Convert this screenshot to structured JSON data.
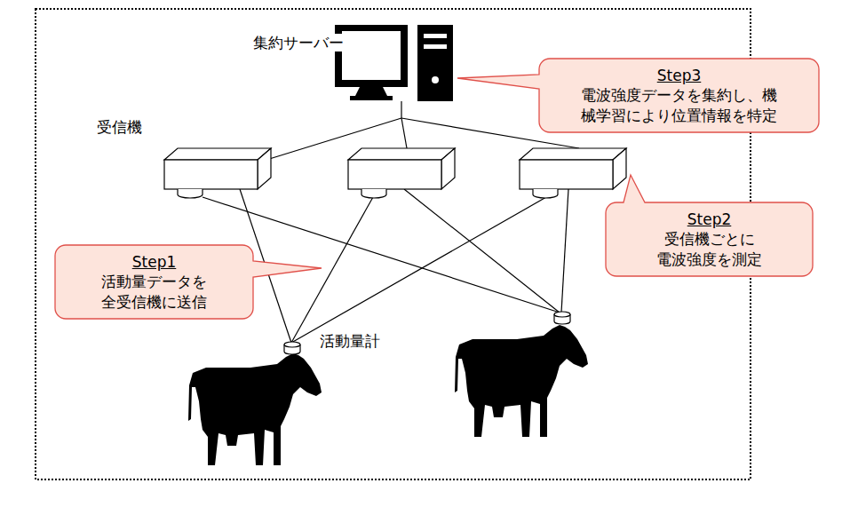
{
  "diagram": {
    "nodes": [
      {
        "text": [
          "Step3",
          "電波強度データを集約し、機械学習により位置情報を特定"
        ]
      },
      {
        "text": [
          "Step2",
          "受信機ごとに 電波強度を測定"
        ]
      },
      {
        "text": [
          "Step1",
          "活動量データを 全受信機に送信"
        ]
      }
    ],
    "labels": [
      "集約サーバー",
      "受信機",
      "活動量計"
    ]
  }
}
